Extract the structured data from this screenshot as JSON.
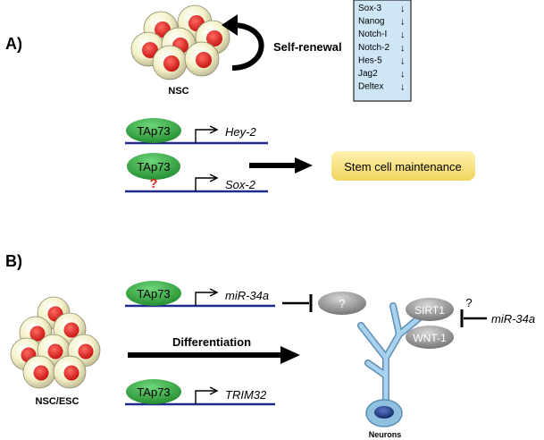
{
  "panel_a": {
    "label": "A)",
    "nsc_label": "NSC",
    "self_renewal_label": "Self-renewal",
    "gene_box": {
      "genes": [
        "Sox-3",
        "Nanog",
        "Notch-I",
        "Notch-2",
        "Hes-5",
        "Jag2",
        "Deltex"
      ],
      "arrow_glyph": "↓"
    },
    "tap73_label_1": "TAp73",
    "hey2_label": "Hey-2",
    "tap73_label_2": "TAp73",
    "question_mark": "?",
    "sox2_label": "Sox-2",
    "outcome_label": "Stem cell maintenance"
  },
  "panel_b": {
    "label": "B)",
    "cluster_label": "NSC/ESC",
    "tap73_label_1": "TAp73",
    "mir34a_label": "miR-34a",
    "unknown_target": "?",
    "differentiation_label": "Differentiation",
    "tap73_label_2": "TAp73",
    "trim32_label": "TRIM32",
    "sirt1_label": "SIRT1",
    "wnt1_label": "WNT-1",
    "question_mark_right": "?",
    "mir34a_right_label": "miR-34a",
    "neurons_label": "Neurons"
  },
  "colors": {
    "tap73_fill": "#2f9e3a",
    "dna_line": "#1f2a8a",
    "gene_box_fill": "#cfe6f7",
    "outcome_fill": "#f7df7a",
    "question_red": "#e0281e",
    "neuron_fill": "#8fc0e0",
    "nucleus_fill": "#1e3c8c",
    "cell_red": "#e3171b",
    "cell_cream": "#f4f1c8"
  }
}
